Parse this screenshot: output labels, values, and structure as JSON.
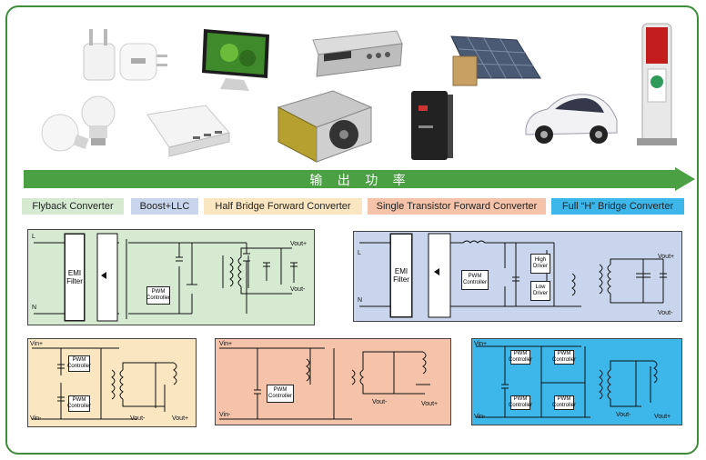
{
  "power_axis": {
    "label": "输 出 功 率"
  },
  "categories": [
    {
      "label": "Flyback Converter",
      "color": "#d6ead2"
    },
    {
      "label": "Boost+LLC",
      "color": "#c9d5ec"
    },
    {
      "label": "Half Bridge Forward Converter",
      "color": "#fbe6c2"
    },
    {
      "label": "Single Transistor Forward Converter",
      "color": "#f4c3a9"
    },
    {
      "label": "Full “H” Bridge Converter",
      "color": "#3db7ea"
    }
  ],
  "flyback": {
    "l": "L",
    "n": "N",
    "emi": "EMI\nFilter",
    "pwm": "PWM\nController",
    "vout_pos": "Vout+",
    "vout_neg": "Vout-"
  },
  "boost_llc": {
    "l": "L",
    "n": "N",
    "emi": "EMI\nFilter",
    "pwm": "PWM\nController",
    "high_driver": "High\nDriver",
    "low_driver": "Low\nDriver",
    "vout_pos": "Vout+",
    "vout_neg": "Vout-"
  },
  "half_bridge": {
    "vin_pos": "Vin+",
    "vin_neg": "Vin-",
    "pwm_top": "PWM\nController",
    "pwm_bottom": "PWM\nController",
    "vout_pos": "Vout+",
    "vout_neg": "Vout-"
  },
  "single_forward": {
    "vin_pos": "Vin+",
    "vin_neg": "Vin-",
    "pwm": "PWM\nController",
    "vout_pos": "Vout+",
    "vout_neg": "Vout-"
  },
  "full_bridge": {
    "vin_pos": "Vin+",
    "vin_neg": "Vin-",
    "pwm_tl": "PWM\nController",
    "pwm_tr": "PWM\nController",
    "pwm_bl": "PWM\nController",
    "pwm_br": "PWM\nController",
    "vout_pos": "Vout+",
    "vout_neg": "Vout-"
  },
  "colors": {
    "frame": "#3f8f3a",
    "arrow": "#4ba043"
  },
  "icons": [
    "usb-charger-icon",
    "monitor-icon",
    "power-supply-rack-icon",
    "solar-panel-icon",
    "ev-charging-station-icon",
    "led-bulb-icon",
    "multi-port-charger-icon",
    "pc-power-supply-icon",
    "ups-icon",
    "electric-car-icon"
  ]
}
